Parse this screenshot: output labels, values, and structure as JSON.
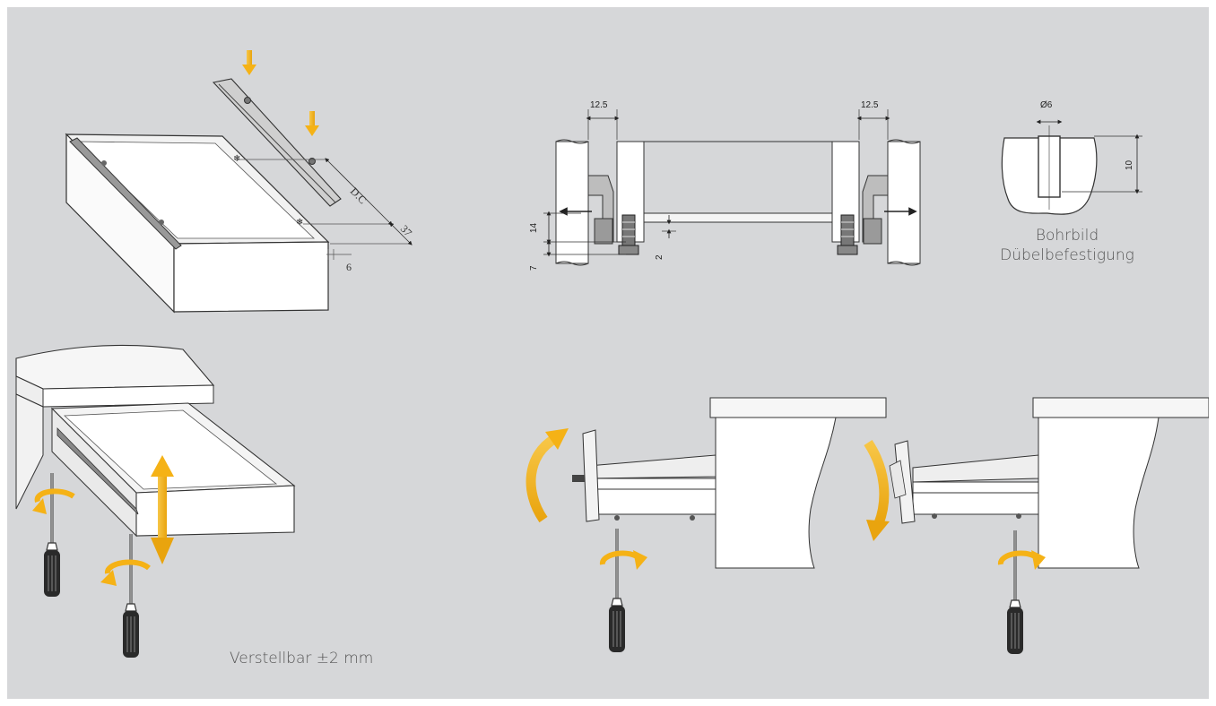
{
  "colors": {
    "background": "#d6d7d9",
    "accent": "#f5b216",
    "line": "#333333",
    "panel": "#ffffff"
  },
  "panel1": {
    "name": "drawer-slide-mounting",
    "dimensions": {
      "dc": "D.C",
      "height": "37",
      "offset": "6"
    }
  },
  "panel2": {
    "name": "cross-section",
    "dimensions": {
      "gap_left": "12.5",
      "gap_right": "12.5",
      "h14": "14",
      "h7": "7",
      "h2": "2"
    }
  },
  "panel3": {
    "name": "drilling-pattern",
    "dimensions": {
      "diameter": "Ø6",
      "depth": "10"
    },
    "caption_line1": "Bohrbild",
    "caption_line2": "Dübelbefestigung"
  },
  "panel4": {
    "name": "height-adjustment",
    "caption": "Verstellbar ±2 mm"
  },
  "icons": [
    "arrow-down-icon",
    "screwdriver-icon",
    "rotate-arrow-icon",
    "double-arrow-icon",
    "curved-arrow-icon"
  ]
}
